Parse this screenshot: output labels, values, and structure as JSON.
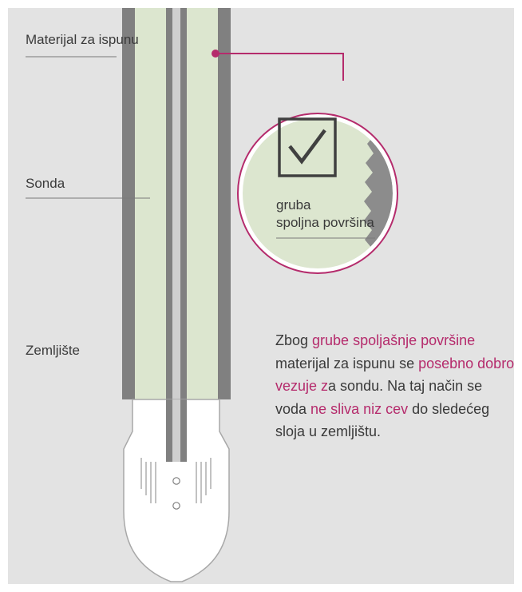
{
  "labels": {
    "fill_material": "Materijal za ispunu",
    "probe": "Sonda",
    "soil": "Zemljište"
  },
  "callout": {
    "line1": "gruba",
    "line2": "spoljna površina"
  },
  "description": {
    "s1": "Zbog ",
    "h1": "grube spoljašnje površine",
    "s2": " materijal za ispunu se ",
    "h2": "posebno dobro vezuje z",
    "s3": "a sondu. Na taj način se voda ",
    "h3": "ne sliva niz cev",
    "s4": " do sledećeg sloja u zemljištu."
  },
  "colors": {
    "background": "#e3e3e3",
    "fill_material": "#dce6cf",
    "pipe": "#808080",
    "probe_tip": "#ffffff",
    "accent": "#b52b6c"
  },
  "icons": {
    "callout_check": "check-icon"
  }
}
